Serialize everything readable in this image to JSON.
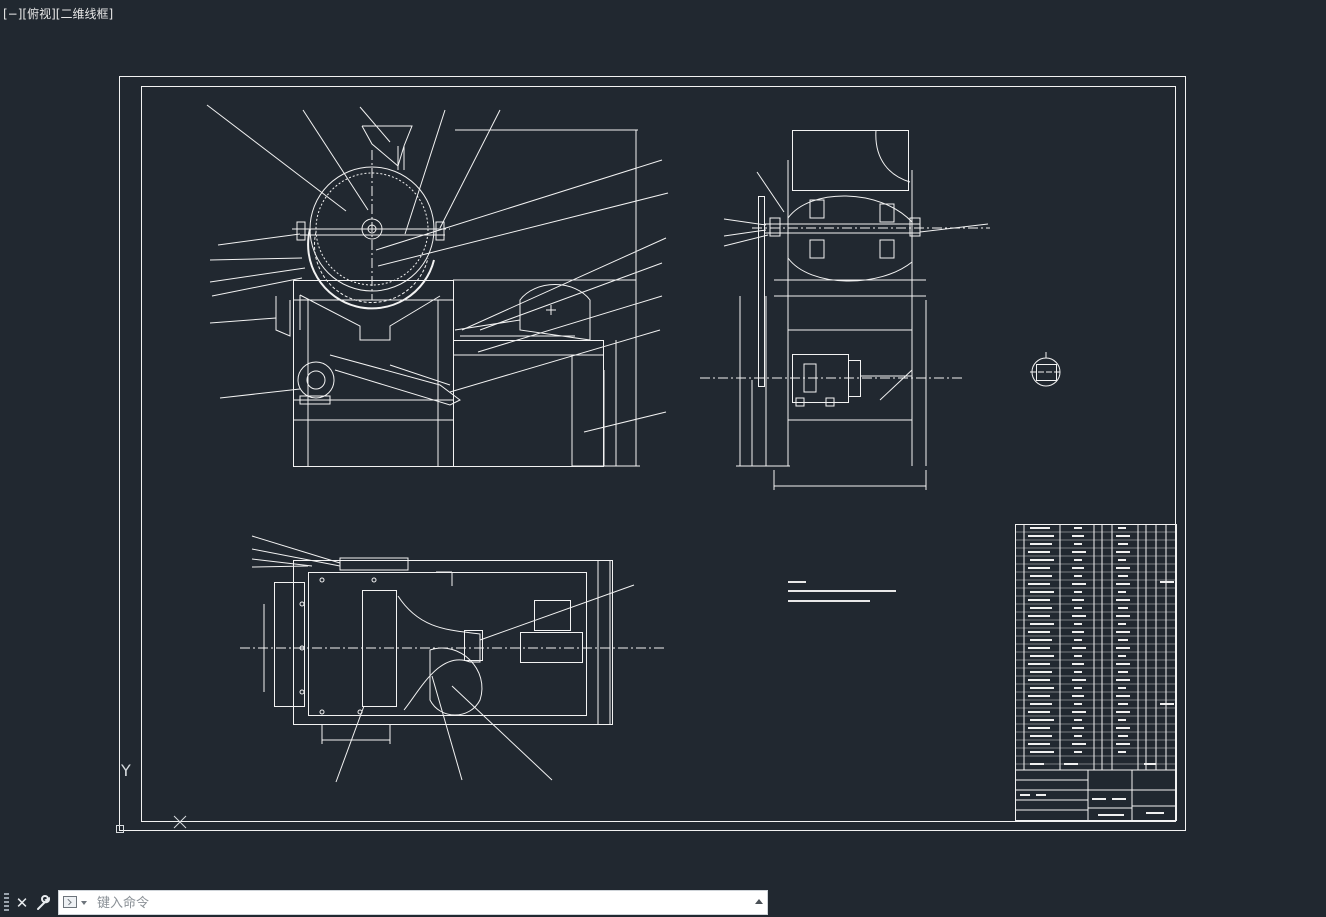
{
  "viewport": {
    "label": "[−][俯视][二维线框]"
  },
  "ucs": {
    "y_label": "Y"
  },
  "colors": {
    "background": "#212830",
    "linework": "#f2f2f2",
    "centerline": "#cfd3d8"
  },
  "commandline": {
    "placeholder": "键入命令",
    "close_icon": "close-icon",
    "customize_icon": "wrench-icon",
    "prompt_icon": "command-prompt-icon",
    "history_icon": "chevron-up-icon"
  }
}
